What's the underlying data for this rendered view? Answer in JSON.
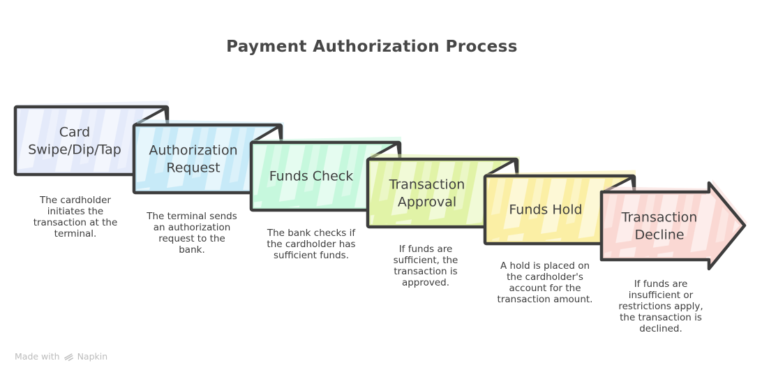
{
  "title": "Payment Authorization Process",
  "colors": {
    "outline": "#3d3d3d",
    "fold_face": "#ffffff",
    "label_text": "#3f3f3f",
    "desc_text": "#3c3c3c",
    "watermark_text": "#bcbcbc"
  },
  "steps": [
    {
      "label": "Card\nSwipe/Dip/Tap",
      "description": "The cardholder\ninitiates the\ntransaction at the\nterminal.",
      "color": "#e4eafa"
    },
    {
      "label": "Authorization\nRequest",
      "description": "The terminal sends\nan authorization\nrequest to the\nbank.",
      "color": "#c7eaf8"
    },
    {
      "label": "Funds Check",
      "description": "The bank checks if\nthe cardholder has\nsufficient funds.",
      "color": "#c6f8dd"
    },
    {
      "label": "Transaction\nApproval",
      "description": "If funds are\nsufficient, the\ntransaction is\napproved.",
      "color": "#e1f3a7"
    },
    {
      "label": "Funds Hold",
      "description": "A hold is placed on\nthe cardholder's\naccount for the\ntransaction amount.",
      "color": "#fbefa5"
    },
    {
      "label": "Transaction\nDecline",
      "description": "If funds are\ninsufficient or\nrestrictions apply,\nthe transaction is\ndeclined.",
      "color": "#fad8d3"
    }
  ],
  "watermark": {
    "prefix": "Made with",
    "brand": "Napkin"
  }
}
